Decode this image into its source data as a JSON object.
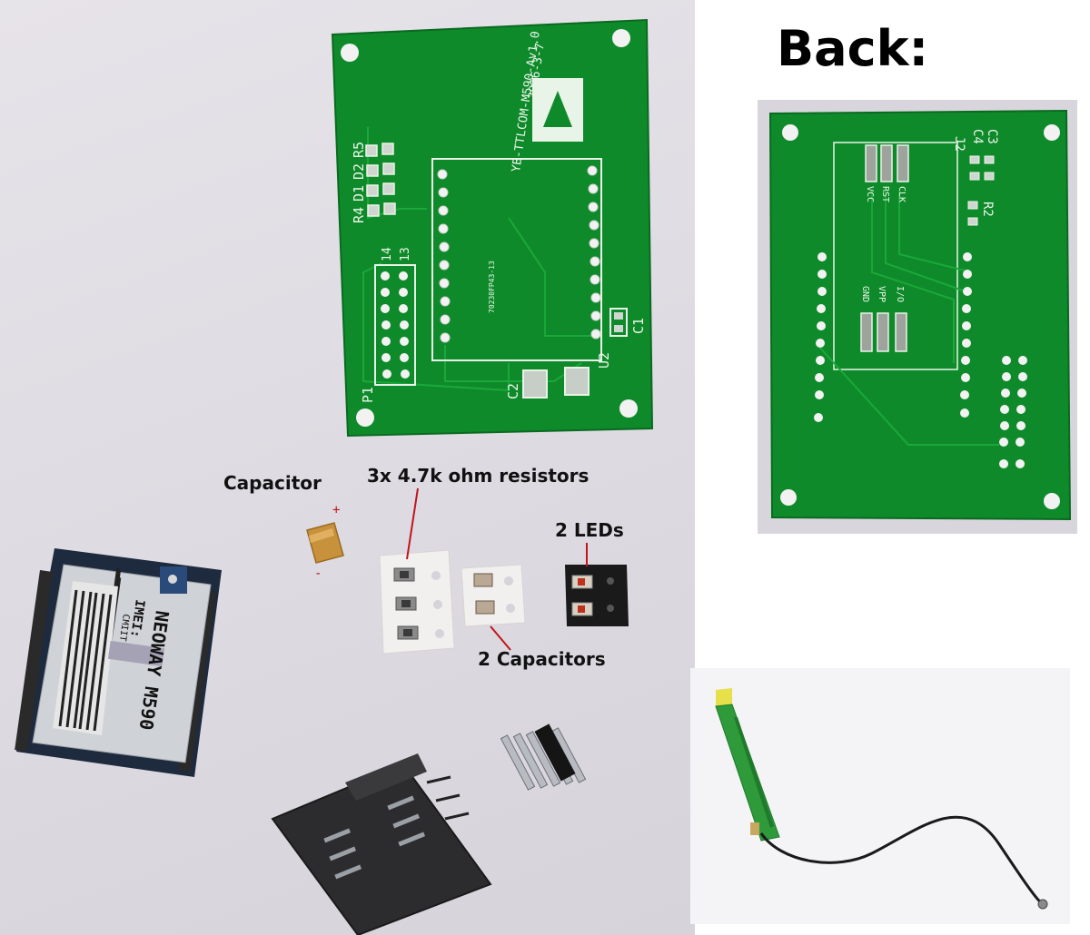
{
  "back_title": "Back:",
  "labels": {
    "capacitor": "Capacitor",
    "resistors": "3x 4.7k ohm resistors",
    "leds": "2 LEDs",
    "two_capacitors": "2 Capacitors"
  },
  "polarity": {
    "plus": "+",
    "minus": "-"
  },
  "front_pcb": {
    "model": "YB-TTLCOM-M590-Av1.0",
    "date": "2016-3-7",
    "refs": [
      "R4",
      "D1",
      "D2",
      "R5",
      "C1",
      "C2",
      "U2",
      "P1"
    ],
    "pin_labels": [
      "14",
      "13"
    ],
    "chip_text": "70230FP43-13"
  },
  "back_pcb": {
    "refs": [
      "J2",
      "C3",
      "C4",
      "R2"
    ],
    "pads_top": [
      "VCC",
      "RST",
      "CLK"
    ],
    "pads_bottom": [
      "GND",
      "VPP",
      "I/O"
    ]
  },
  "module": {
    "brand": "NEOWAY M590",
    "imei_label": "IMEI:",
    "cmiit": "CMIIT"
  },
  "colors": {
    "pcb_green": "#0f8a2a",
    "pcb_green_dark": "#0b6e22",
    "trace": "#1aa83a",
    "silk": "#e8f4e8",
    "antenna_yellow": "#e6e04a",
    "leader_red": "#c0141c"
  }
}
